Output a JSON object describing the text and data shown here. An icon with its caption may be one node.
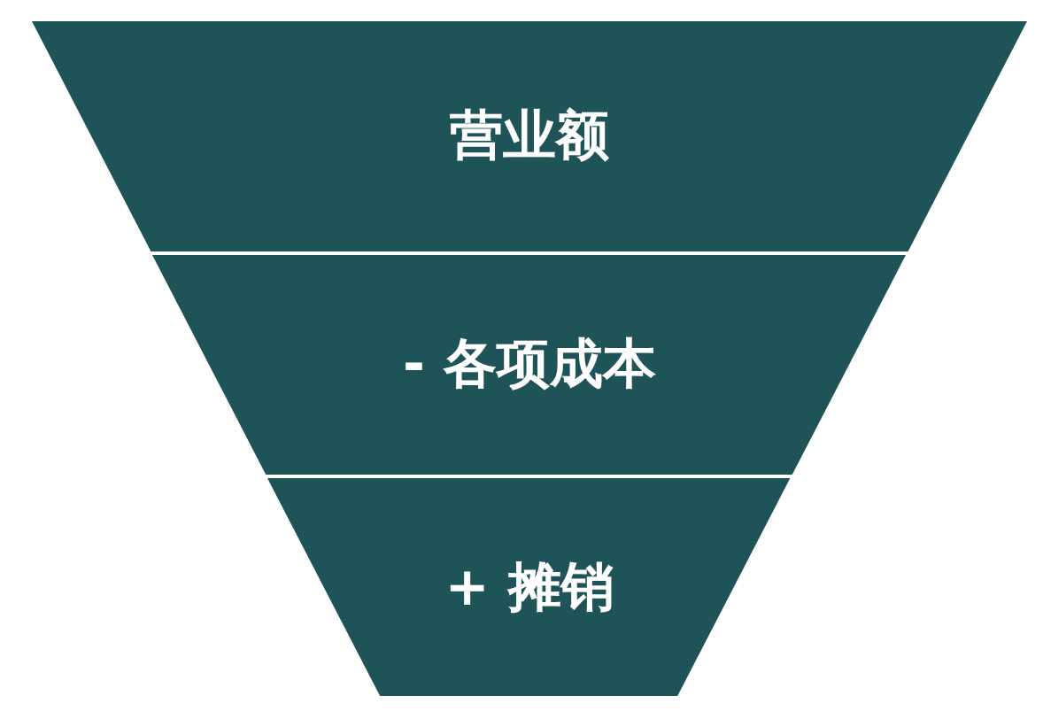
{
  "diagram": {
    "nodes": [
      {
        "text": [
          "营业额"
        ]
      },
      {
        "text": [
          "- 各项成本"
        ]
      },
      {
        "text": [
          "+ 摊销"
        ]
      }
    ]
  }
}
